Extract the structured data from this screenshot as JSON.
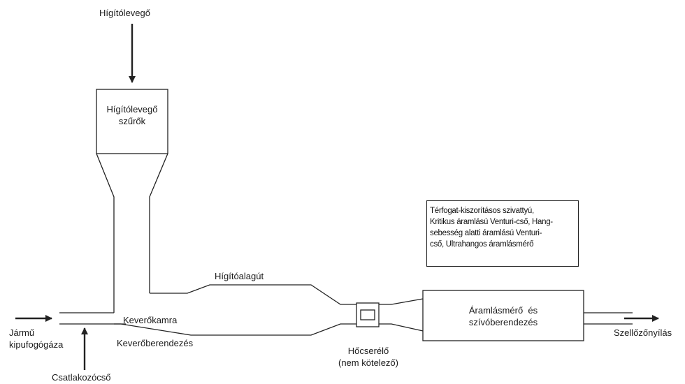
{
  "labels": {
    "dilution_air": "Hígítólevegő",
    "filter_line1": "Hígítólevegő",
    "filter_line2": "szűrők",
    "dilution_tunnel": "Hígítóalagút",
    "mixing_chamber": "Keverőkamra",
    "mixing_device": "Keverőberendezés",
    "vehicle_exhaust_line1": "Jármű",
    "vehicle_exhaust_line2": "kipufogógáza",
    "connector": "Csatlakozócső",
    "heat_exchanger_line1": "Hőcserélő",
    "heat_exchanger_line2": "(nem kötelező)",
    "flowmeter_line1": "Áramlásmérő  és",
    "flowmeter_line2": "szívóberendezés",
    "vent": "Szellőzőnyílás"
  },
  "info_box": {
    "lines": [
      "Térfogat-kiszorításos szivattyú,",
      "Kritikus áramlású Venturi-cső, Hang-",
      "sebesség alatti áramlású Venturi-",
      "cső, Ultrahangos áramlásmérő"
    ]
  }
}
